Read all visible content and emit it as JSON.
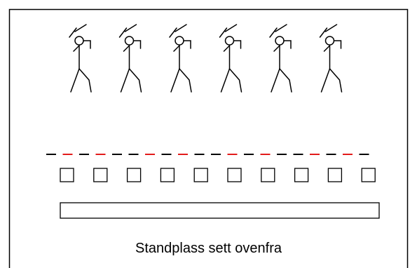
{
  "diagram": {
    "caption": "Standplass sett ovenfra",
    "figure_count": 6,
    "target_count": 10,
    "dash_pattern": [
      "black",
      "red",
      "black",
      "red",
      "black",
      "black",
      "red",
      "black",
      "red",
      "black",
      "black",
      "red",
      "black",
      "red",
      "black",
      "black",
      "red",
      "black",
      "red",
      "black"
    ],
    "colors": {
      "line": "#000000",
      "accent": "#e21b1b",
      "background": "#ffffff"
    }
  }
}
